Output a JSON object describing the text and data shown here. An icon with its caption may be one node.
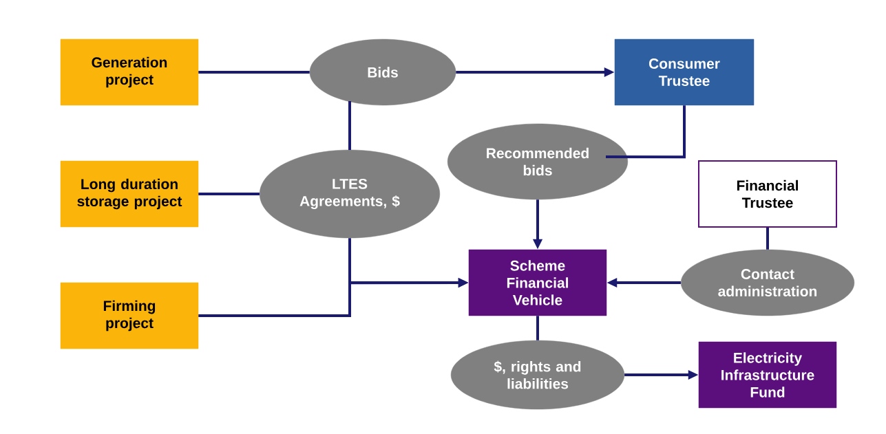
{
  "diagram": {
    "nodes": [
      {
        "text": [
          "Generation project"
        ]
      },
      {
        "text": [
          "Long duration storage project"
        ]
      },
      {
        "text": [
          "Firming project"
        ]
      },
      {
        "text": [
          "Bids"
        ]
      },
      {
        "text": [
          "LTES Agreements, $"
        ]
      },
      {
        "text": [
          "Consumer Trustee"
        ]
      },
      {
        "text": [
          "Recommended bids"
        ]
      },
      {
        "text": [
          "Financial Trustee"
        ]
      },
      {
        "text": [
          "Scheme Financial Vehicle"
        ]
      },
      {
        "text": [
          "Contact administration"
        ]
      },
      {
        "text": [
          "$, rights and liabilities"
        ]
      },
      {
        "text": [
          "Electricity Infrastructure Fund"
        ]
      }
    ],
    "edges": [
      {
        "from": 0,
        "to": 3,
        "arrow": "none"
      },
      {
        "from": 3,
        "to": 5,
        "arrow": "to"
      },
      {
        "from": 3,
        "to": 4,
        "arrow": "none"
      },
      {
        "from": 1,
        "to": 4,
        "arrow": "none"
      },
      {
        "from": 4,
        "to": 8,
        "arrow": "to"
      },
      {
        "from": 2,
        "to": 8,
        "arrow": "to"
      },
      {
        "from": 5,
        "to": 6,
        "arrow": "none"
      },
      {
        "from": 6,
        "to": 8,
        "arrow": "to"
      },
      {
        "from": 7,
        "to": 9,
        "arrow": "none"
      },
      {
        "from": 9,
        "to": 8,
        "arrow": "to"
      },
      {
        "from": 8,
        "to": 10,
        "arrow": "none"
      },
      {
        "from": 10,
        "to": 11,
        "arrow": "to"
      }
    ]
  }
}
